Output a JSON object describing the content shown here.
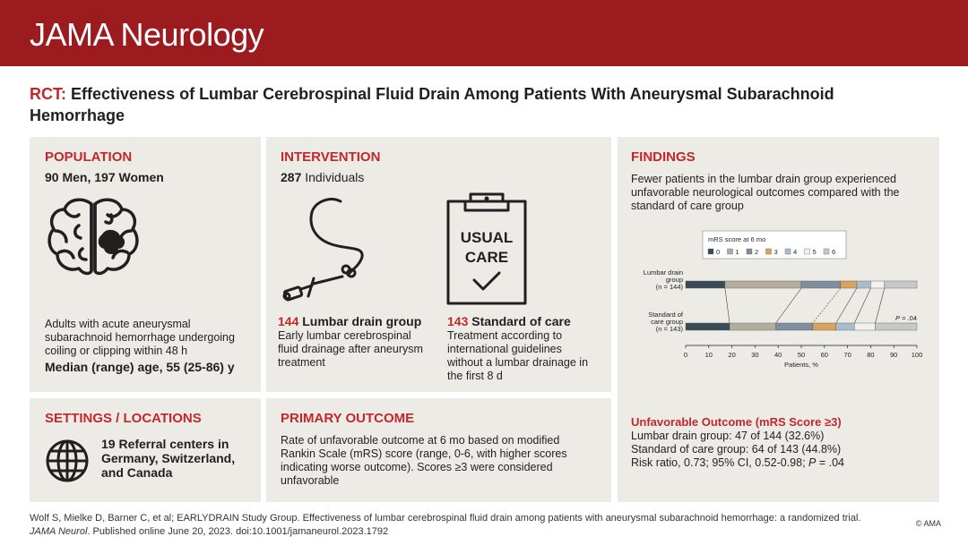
{
  "header": {
    "journal": "JAMA Neurology"
  },
  "title": {
    "prefix": "RCT:",
    "text": "Effectiveness of Lumbar Cerebrospinal Fluid Drain Among Patients With Aneurysmal Subarachnoid Hemorrhage"
  },
  "population": {
    "heading": "POPULATION",
    "counts": "90 Men, 197 Women",
    "description": "Adults with acute aneurysmal subarachnoid hemorrhage undergoing coiling or clipping within 48 h",
    "age": "Median (range) age, 55 (25-86) y"
  },
  "intervention": {
    "heading": "INTERVENTION",
    "total_number": "287",
    "total_label": "Individuals",
    "drain_number": "144",
    "drain_label": "Lumbar drain group",
    "drain_desc": "Early lumbar cerebrospinal fluid drainage after aneurysm treatment",
    "usual_line1": "USUAL",
    "usual_line2": "CARE",
    "soc_number": "143",
    "soc_label": "Standard of care",
    "soc_desc": "Treatment according to international guidelines without a lumbar drainage in the first 8 d"
  },
  "settings": {
    "heading": "SETTINGS / LOCATIONS",
    "text": "19 Referral centers in Germany, Switzerland, and Canada"
  },
  "primary_outcome": {
    "heading": "PRIMARY OUTCOME",
    "text": "Rate of unfavorable outcome at 6 mo based on modified Rankin Scale (mRS) score (range, 0-6, with higher scores indicating worse outcome). Scores ≥3 were considered unfavorable"
  },
  "findings": {
    "heading": "FINDINGS",
    "text": "Fewer patients in the lumbar drain group experienced unfavorable neurological outcomes compared with the standard of care group",
    "unfavorable_heading": "Unfavorable Outcome (mRS Score ≥3)",
    "line1": "Lumbar drain group: 47 of 144 (32.6%)",
    "line2": "Standard of care group: 64 of 143 (44.8%)",
    "line3_prefix": "Risk ratio, 0.73; 95% CI, 0.52-0.98; ",
    "line3_p": "P",
    "line3_suffix": " = .04"
  },
  "chart_data": {
    "type": "bar",
    "orientation": "horizontal-stacked",
    "legend_title": "mRS score at 6 mo",
    "categories": [
      "0",
      "1",
      "2",
      "3",
      "4",
      "5",
      "6"
    ],
    "category_colors": [
      "#3b4a57",
      "#b5ad9c",
      "#7e8fa0",
      "#d9a25f",
      "#a9bccb",
      "#f2f1ec",
      "#c8c8c8"
    ],
    "rows": [
      {
        "label_lines": [
          "Lumbar drain",
          "group",
          "(n = 144)"
        ],
        "values": [
          17,
          33,
          17,
          7,
          6,
          6,
          14
        ]
      },
      {
        "label_lines": [
          "Standard of",
          "care group",
          "(n = 143)"
        ],
        "values": [
          19,
          20,
          16,
          10,
          8,
          9,
          18
        ]
      }
    ],
    "annotation": {
      "italic": "P",
      "text": " = .04"
    },
    "x_ticks": [
      "0",
      "10",
      "20",
      "30",
      "40",
      "50",
      "60",
      "70",
      "80",
      "90",
      "100"
    ],
    "xlabel": "Patients, %",
    "xlim": [
      0,
      100
    ]
  },
  "footer": {
    "citation": "Wolf S, Mielke D, Barner C, et al; EARLYDRAIN Study Group. Effectiveness of lumbar cerebrospinal fluid drain among patients with aneurysmal subarachnoid hemorrhage: a randomized trial.",
    "journal_abbrev": "JAMA Neurol",
    "pub": ". Published online June 20, 2023. doi:10.1001/jamaneurol.2023.1792",
    "copyright": "© AMA"
  }
}
